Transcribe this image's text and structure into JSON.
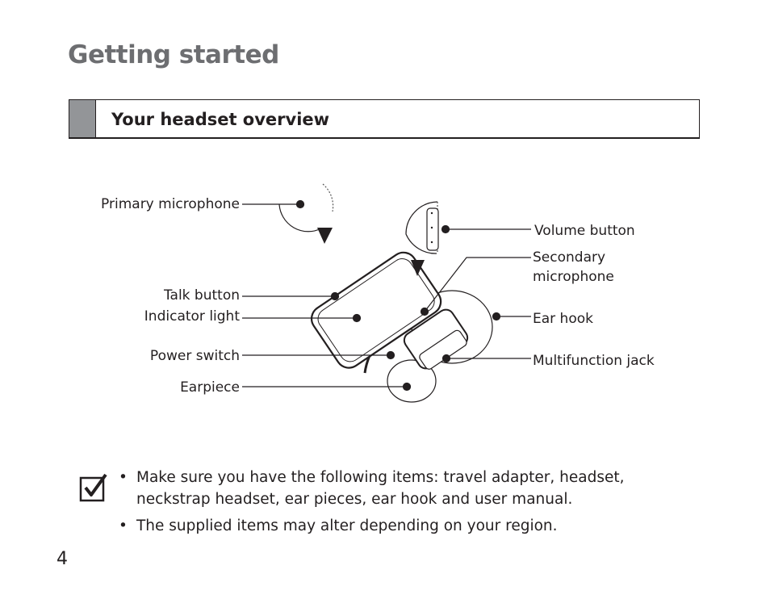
{
  "header": {
    "title": "Getting started",
    "section_title": "Your headset overview"
  },
  "diagram": {
    "labels": {
      "primary_microphone": "Primary microphone",
      "talk_button": "Talk button",
      "indicator_light": "Indicator light",
      "power_switch": "Power switch",
      "earpiece": "Earpiece",
      "volume_button": "Volume button",
      "secondary_microphone_line1": "Secondary",
      "secondary_microphone_line2": "microphone",
      "ear_hook": "Ear hook",
      "multifunction_jack": "Multifunction jack"
    }
  },
  "notes": {
    "icon": "checkbox-note-icon",
    "bullet": "•",
    "items": [
      "Make sure you have the following items: travel adapter, headset, neckstrap headset, ear pieces, ear hook and user manual.",
      "The supplied items may alter depending on your region."
    ]
  },
  "footer": {
    "page_number": "4"
  }
}
